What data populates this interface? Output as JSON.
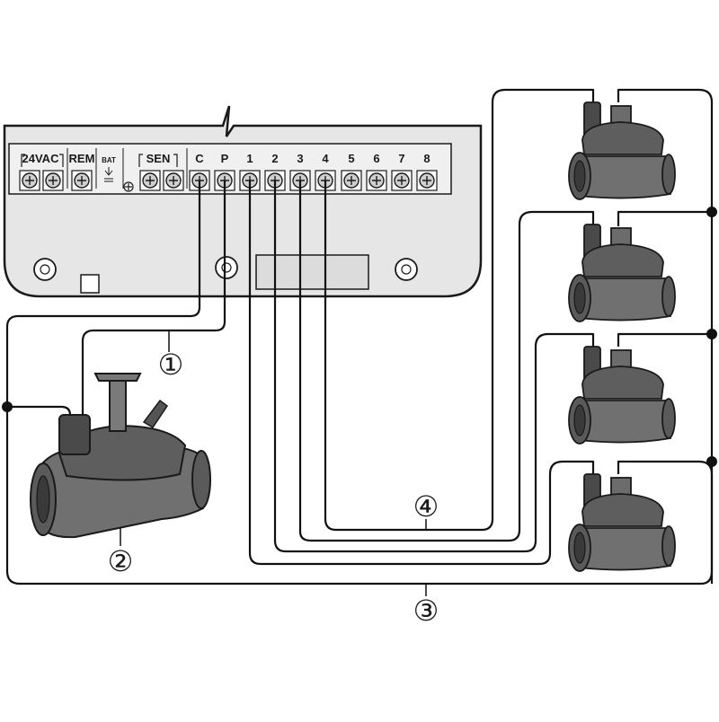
{
  "controller": {
    "terminal_labels": {
      "vac": "24VAC",
      "rem": "REM",
      "bat": "BAT",
      "sen": "SEN",
      "c": "C",
      "p": "P",
      "z1": "1",
      "z2": "2",
      "z3": "3",
      "z4": "4",
      "z5": "5",
      "z6": "6",
      "z7": "7",
      "z8": "8"
    }
  },
  "callouts": {
    "one": "①",
    "two": "②",
    "three": "③",
    "four": "④"
  },
  "colors": {
    "housing": "#e6e6e6",
    "outline": "#1a1a1a",
    "valve_body": "#707070",
    "valve_dark": "#3f3f3f",
    "wire": "#111111"
  }
}
